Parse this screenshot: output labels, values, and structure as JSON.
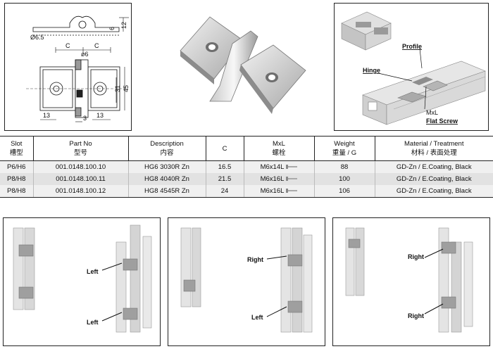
{
  "drawing": {
    "dims": {
      "d65": "Ø6.5",
      "d6": "ø6",
      "h6": "6",
      "h12": "12",
      "c_left": "C",
      "c_right": "C",
      "h31": "31",
      "h45": "45",
      "w13a": "13",
      "w3": "3",
      "w13b": "13"
    }
  },
  "assembly": {
    "labels": {
      "profile": "Profile",
      "hinge": "Hinge",
      "mxl": "MxL",
      "flat_screw": "Flat Screw"
    }
  },
  "table": {
    "headers": [
      {
        "en": "Slot",
        "cn": "槽型"
      },
      {
        "en": "Part No",
        "cn": "型号"
      },
      {
        "en": "Description",
        "cn": "内容"
      },
      {
        "en": "C",
        "cn": ""
      },
      {
        "en": "MxL",
        "cn": "螺栓"
      },
      {
        "en": "Weight",
        "cn": "重量 / G"
      },
      {
        "en": "Material / Treatment",
        "cn": "材料 / 表面处理"
      }
    ],
    "rows": [
      {
        "slot": "P6/H6",
        "part": "001.0148.100.10",
        "desc": "HG6 3030R",
        "zn": "Zn",
        "c": "16.5",
        "mxl": "M6x14L",
        "weight": "88",
        "material": "GD-Zn / E.Coating, Black"
      },
      {
        "slot": "P8/H8",
        "part": "001.0148.100.11",
        "desc": "HG8 4040R",
        "zn": "Zn",
        "c": "21.5",
        "mxl": "M6x16L",
        "weight": "100",
        "material": "GD-Zn / E.Coating, Black"
      },
      {
        "slot": "P8/H8",
        "part": "001.0148.100.12",
        "desc": "HG8 4545R",
        "zn": "Zn",
        "c": "24",
        "mxl": "M6x16L",
        "weight": "106",
        "material": "GD-Zn / E.Coating, Black"
      }
    ]
  },
  "usage": {
    "panel1": {
      "label_top": "Left",
      "label_bottom": "Left"
    },
    "panel2": {
      "label_top": "Right",
      "label_bottom": "Left"
    },
    "panel3": {
      "label_top": "Right",
      "label_bottom": "Right"
    }
  },
  "colors": {
    "metal_light": "#e6e6e6",
    "metal_mid": "#bdbdbd",
    "metal_dark": "#8a8a8a",
    "row_alt": "#e2e2e2"
  }
}
